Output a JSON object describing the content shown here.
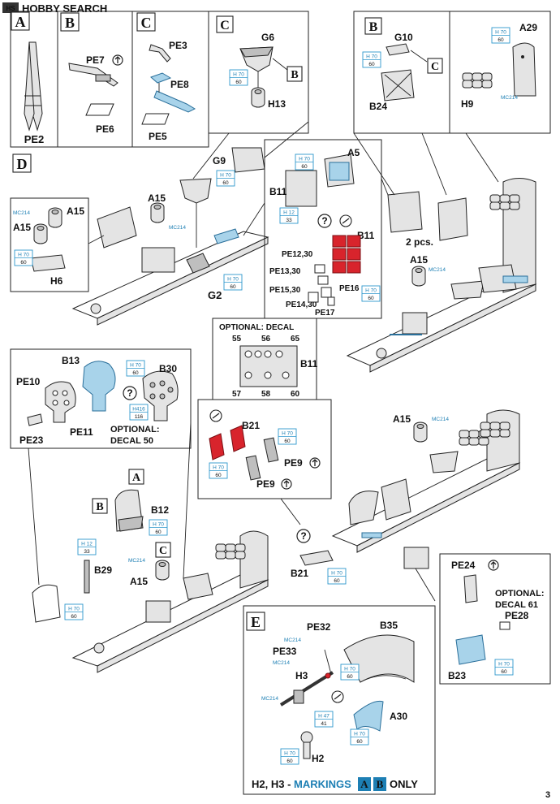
{
  "watermark": "HOBBY SEARCH",
  "page_number": "3",
  "sections": {
    "A": {
      "letter": "A",
      "parts": [
        "PE2"
      ]
    },
    "B": {
      "letter": "B",
      "parts": [
        "PE7",
        "PE6"
      ]
    },
    "C": {
      "letter": "C",
      "parts": [
        "PE3",
        "PE8",
        "PE5"
      ]
    },
    "C2": {
      "letter": "C",
      "parts": [
        "G6",
        "H13"
      ],
      "ref": "B"
    },
    "B2": {
      "letter": "B",
      "parts": [
        "G10",
        "B24"
      ],
      "ref": "C"
    },
    "A2": {
      "parts": [
        "A29",
        "H9"
      ]
    },
    "D": {
      "letter": "D"
    },
    "E": {
      "letter": "E"
    }
  },
  "labels": {
    "G9": "G9",
    "A15": "A15",
    "G2": "G2",
    "H6": "H6",
    "A5": "A5",
    "B11": "B11",
    "PE12_30": "PE12,30",
    "PE13_30": "PE13,30",
    "PE15_30": "PE15,30",
    "PE14_30": "PE14,30",
    "PE16": "PE16",
    "PE17": "PE17",
    "two_pcs": "2 pcs.",
    "optional_decal": "OPTIONAL: DECAL",
    "decal_nums": [
      "55",
      "56",
      "65",
      "57",
      "58",
      "60"
    ],
    "B13": "B13",
    "B30": "B30",
    "PE10": "PE10",
    "PE11": "PE11",
    "PE23": "PE23",
    "optional_decal_50_a": "OPTIONAL:",
    "optional_decal_50_b": "DECAL 50",
    "B21": "B21",
    "PE9": "PE9",
    "B12": "B12",
    "B29": "B29",
    "PE24": "PE24",
    "optional_decal_61_a": "OPTIONAL:",
    "optional_decal_61_b": "DECAL 61",
    "PE28": "PE28",
    "B23": "B23",
    "PE32": "PE32",
    "PE33": "PE33",
    "B35": "B35",
    "H3": "H3",
    "H2": "H2",
    "A30": "A30",
    "footer_prefix": "H2, H3 - ",
    "footer_markings": "MARKINGS",
    "footer_A": "A",
    "footer_B": "B",
    "footer_only": "ONLY"
  },
  "paint": {
    "H70": "H 70",
    "n60": "60",
    "H12": "H 12",
    "n33": "33",
    "H416": "H416",
    "n116": "116",
    "H47": "H 47",
    "n41": "41",
    "MC214": "MC214"
  },
  "colors": {
    "accent_blue": "#1d7fb4",
    "part_blue": "#a8d3ea",
    "part_red": "#d8242c"
  }
}
